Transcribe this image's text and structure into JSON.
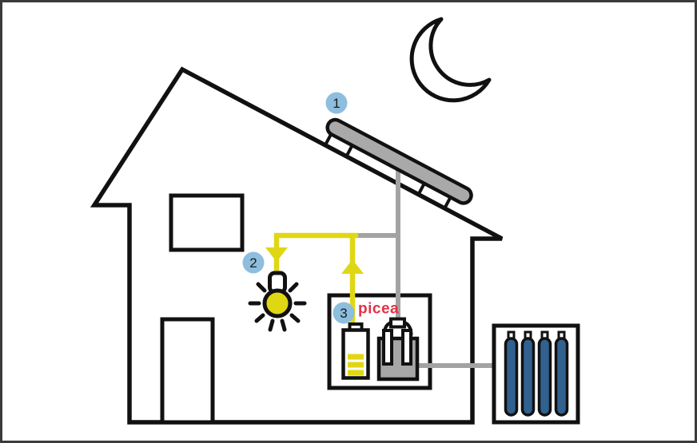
{
  "figure": {
    "description_labels": {
      "badges": [
        {
          "id": "solar-panel",
          "label": "1"
        },
        {
          "id": "lamp",
          "label": "2"
        },
        {
          "id": "home-power-station",
          "label": "3"
        }
      ],
      "brand": "picea"
    },
    "colors": {
      "accent_yellow": "#e0d714",
      "line_gray": "#a3a3a3",
      "panel_gray": "#a9a9a9",
      "vessel_gray": "#a6a6a6",
      "badge_blue": "#8dbede",
      "cylinder_blue": "#31618f",
      "brand_red": "#e23249",
      "frame_gray": "#3b3b3b"
    },
    "counts": {
      "gas_cylinders": 4,
      "battery_bars": 3
    }
  }
}
